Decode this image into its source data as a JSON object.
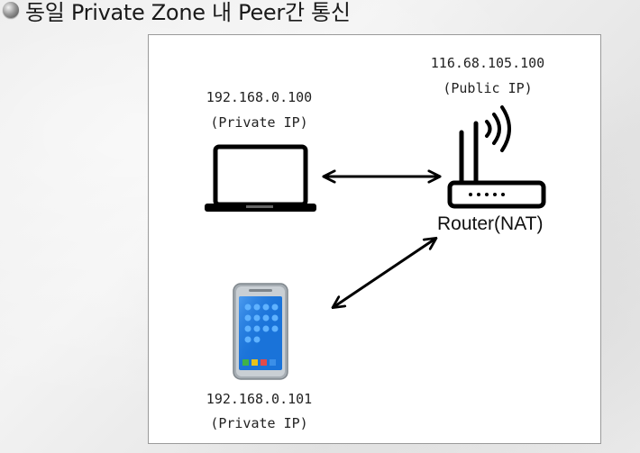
{
  "heading": {
    "text": "동일 Private Zone 내 Peer간 통신"
  },
  "diagram": {
    "laptop": {
      "ip": "192.168.0.100",
      "ip_type": "(Private IP)",
      "icon": "laptop-icon"
    },
    "router": {
      "ip": "116.68.105.100",
      "ip_type": "(Public IP)",
      "label": "Router(NAT)",
      "icon": "wifi-router-icon"
    },
    "phone": {
      "ip": "192.168.0.101",
      "ip_type": "(Private IP)",
      "icon": "smartphone-icon"
    },
    "links": [
      {
        "from": "laptop",
        "to": "router",
        "style": "double-arrow"
      },
      {
        "from": "phone",
        "to": "router",
        "style": "double-arrow"
      }
    ],
    "colors": {
      "line": "#000000",
      "phone_body": "#9aa1a8",
      "phone_screen": "#1a73d9"
    }
  }
}
